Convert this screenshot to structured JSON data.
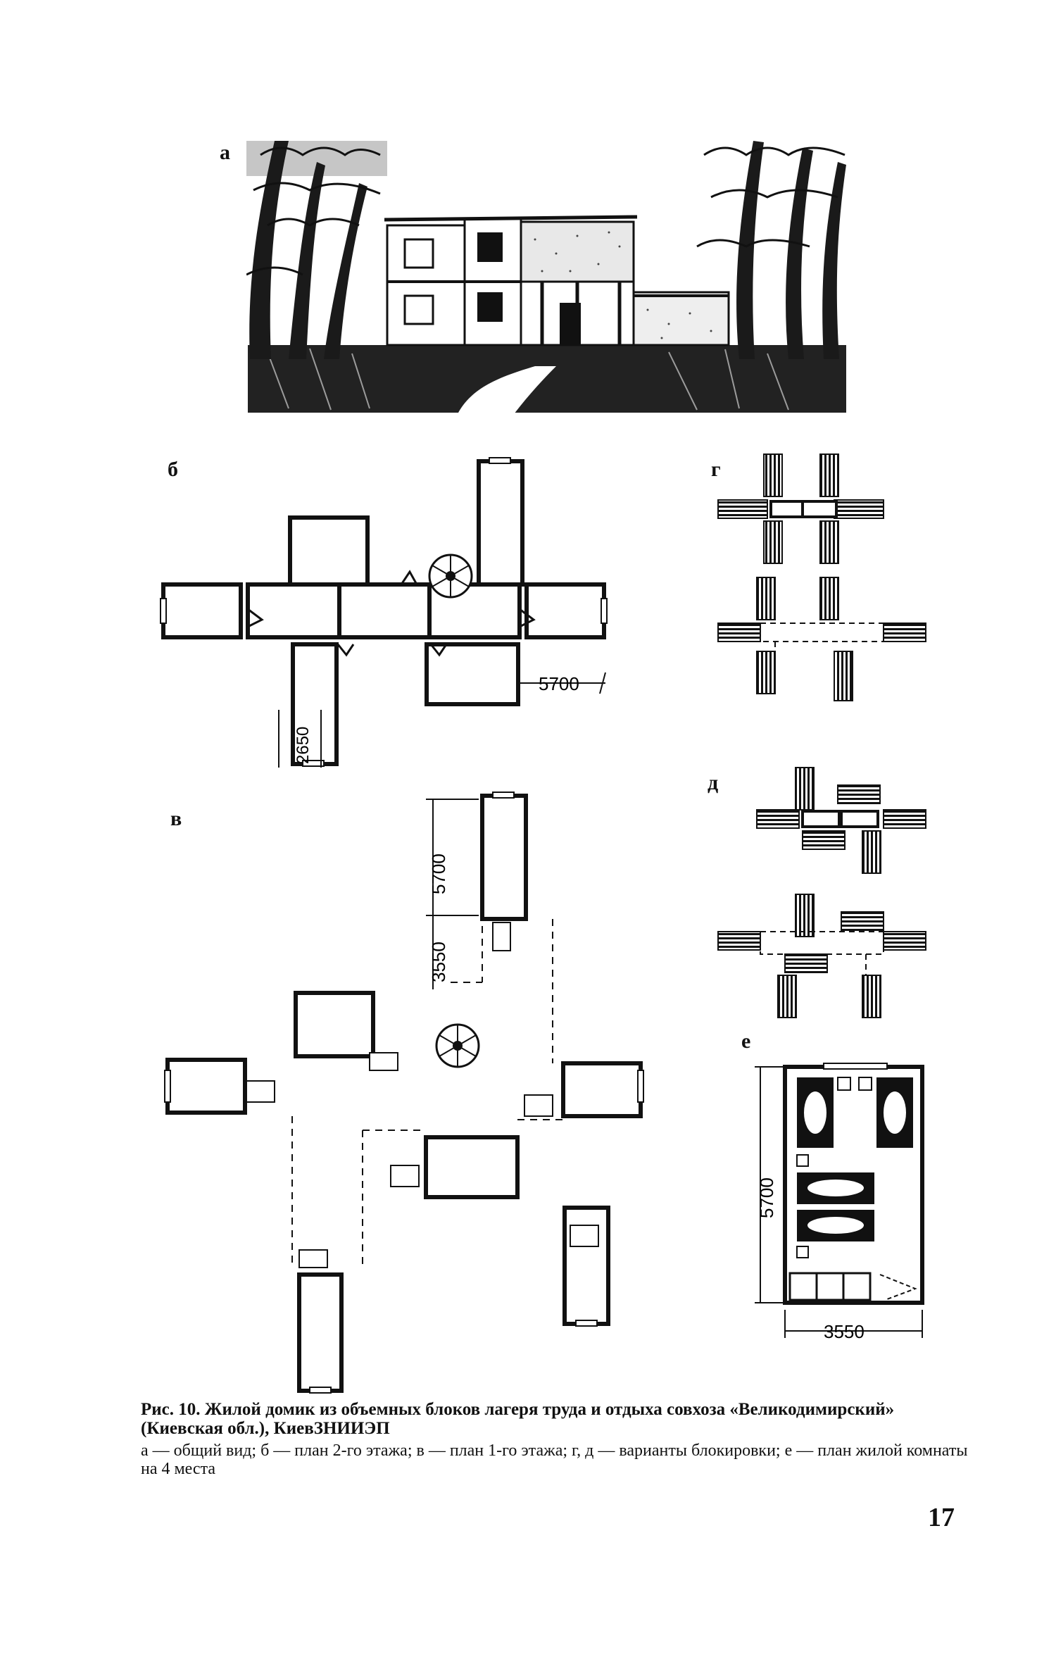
{
  "figure": {
    "panels": {
      "a": "а",
      "b": "б",
      "v": "в",
      "g": "г",
      "d": "д",
      "e": "е"
    },
    "dimensions": {
      "b_5700": "5700",
      "b_2650": "2650",
      "v_5700": "5700",
      "v_3550": "3550",
      "e_5700": "5700",
      "e_3550": "3550"
    }
  },
  "caption": {
    "title": "Рис. 10. Жилой домик из объемных блоков лагеря труда и отдыха совхоза «Великодимирский» (Киевская обл.), КиевЗНИИЭП",
    "legend": "а — общий вид; б — план 2-го этажа; в — план 1-го этажа; г, д — варианты блокировки; е — план жилой комнаты на 4 места"
  },
  "page_number": "17"
}
